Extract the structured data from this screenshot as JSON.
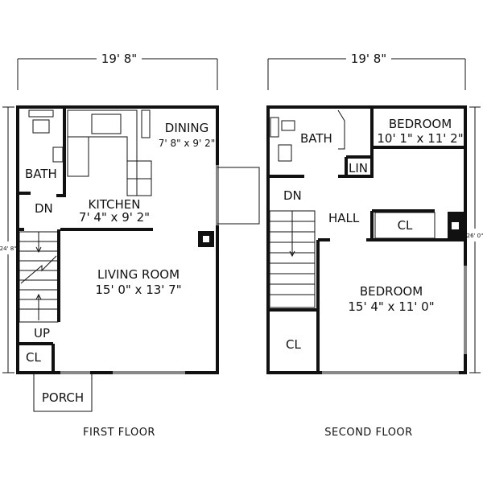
{
  "first_floor": {
    "title": "FIRST FLOOR",
    "width_dim": "19' 8\"",
    "height_dim": "24' 8\"",
    "rooms": {
      "bath": "BATH",
      "dining": "DINING",
      "dining_size": "7' 8\" x 9' 2\"",
      "kitchen": "KITCHEN",
      "kitchen_size": "7' 4\" x 9' 2\"",
      "living": "LIVING ROOM",
      "living_size": "15' 0\" x 13' 7\"",
      "closet": "CL",
      "porch": "PORCH"
    },
    "stairs": {
      "down": "DN",
      "up": "UP"
    }
  },
  "second_floor": {
    "title": "SECOND FLOOR",
    "width_dim": "19' 8\"",
    "height_dim": "26' 0\"",
    "rooms": {
      "bath": "BATH",
      "bedroom1": "BEDROOM",
      "bedroom1_size": "10' 1\" x 11' 2\"",
      "linen": "LIN",
      "hall": "HALL",
      "closet_hall": "CL",
      "bedroom2": "BEDROOM",
      "bedroom2_size": "15' 4\" x 11' 0\"",
      "closet": "CL"
    },
    "stairs": {
      "down": "DN"
    }
  }
}
